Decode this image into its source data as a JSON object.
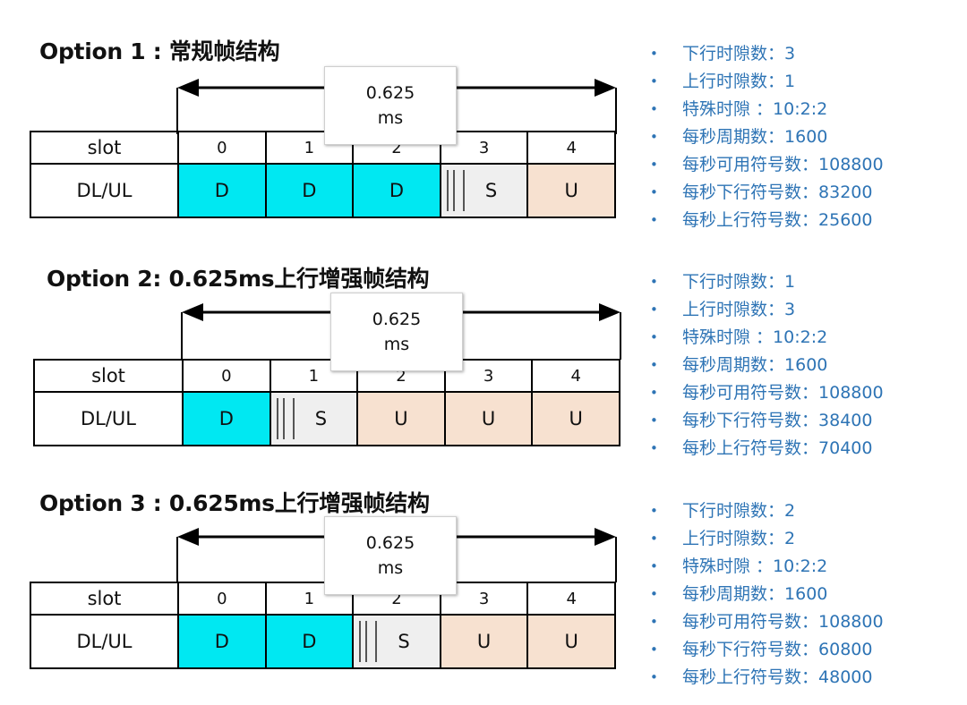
{
  "options": [
    {
      "title": "Option 1 : 常规帧结构",
      "duration": {
        "value": "0.625",
        "unit": "ms"
      },
      "slot_header": "slot",
      "dlul_header": "DL/UL",
      "slots": [
        {
          "num": "0",
          "type": "D",
          "label": "D"
        },
        {
          "num": "1",
          "type": "D",
          "label": "D"
        },
        {
          "num": "2",
          "type": "D",
          "label": "D"
        },
        {
          "num": "3",
          "type": "S",
          "label": "S"
        },
        {
          "num": "4",
          "type": "U",
          "label": "U"
        }
      ],
      "stats": [
        {
          "label": "下行时隙数：",
          "value": "3"
        },
        {
          "label": "上行时隙数：",
          "value": "1"
        },
        {
          "label": "特殊时隙 ：",
          "value": "10:2:2"
        },
        {
          "label": "每秒周期数：",
          "value": "1600"
        },
        {
          "label": "每秒可用符号数：",
          "value": "108800"
        },
        {
          "label": "每秒下行符号数：",
          "value": "83200"
        },
        {
          "label": "每秒上行符号数：",
          "value": "25600"
        }
      ]
    },
    {
      "title": "Option 2: 0.625ms上行增强帧结构",
      "duration": {
        "value": "0.625",
        "unit": "ms"
      },
      "slot_header": "slot",
      "dlul_header": "DL/UL",
      "slots": [
        {
          "num": "0",
          "type": "D",
          "label": "D"
        },
        {
          "num": "1",
          "type": "S",
          "label": "S"
        },
        {
          "num": "2",
          "type": "U",
          "label": "U"
        },
        {
          "num": "3",
          "type": "U",
          "label": "U"
        },
        {
          "num": "4",
          "type": "U",
          "label": "U"
        }
      ],
      "stats": [
        {
          "label": "下行时隙数：",
          "value": "1"
        },
        {
          "label": "上行时隙数：",
          "value": "3"
        },
        {
          "label": "特殊时隙 ：",
          "value": "10:2:2"
        },
        {
          "label": "每秒周期数：",
          "value": "1600"
        },
        {
          "label": "每秒可用符号数：",
          "value": "108800"
        },
        {
          "label": "每秒下行符号数：",
          "value": "38400"
        },
        {
          "label": "每秒上行符号数：",
          "value": "70400"
        }
      ]
    },
    {
      "title": "Option 3 : 0.625ms上行增强帧结构",
      "duration": {
        "value": "0.625",
        "unit": "ms"
      },
      "slot_header": "slot",
      "dlul_header": "DL/UL",
      "slots": [
        {
          "num": "0",
          "type": "D",
          "label": "D"
        },
        {
          "num": "1",
          "type": "D",
          "label": "D"
        },
        {
          "num": "2",
          "type": "S",
          "label": "S"
        },
        {
          "num": "3",
          "type": "U",
          "label": "U"
        },
        {
          "num": "4",
          "type": "U",
          "label": "U"
        }
      ],
      "stats": [
        {
          "label": "下行时隙数：",
          "value": "2"
        },
        {
          "label": "上行时隙数：",
          "value": "2"
        },
        {
          "label": "特殊时隙 ：",
          "value": "10:2:2"
        },
        {
          "label": "每秒周期数：",
          "value": "1600"
        },
        {
          "label": "每秒可用符号数：",
          "value": "108800"
        },
        {
          "label": "每秒下行符号数：",
          "value": "60800"
        },
        {
          "label": "每秒上行符号数：",
          "value": "48000"
        }
      ]
    }
  ],
  "colors": {
    "D": "#00e8f2",
    "U": "#f7e1d0",
    "S": "#efefef",
    "stats_text": "#2e74b5"
  }
}
